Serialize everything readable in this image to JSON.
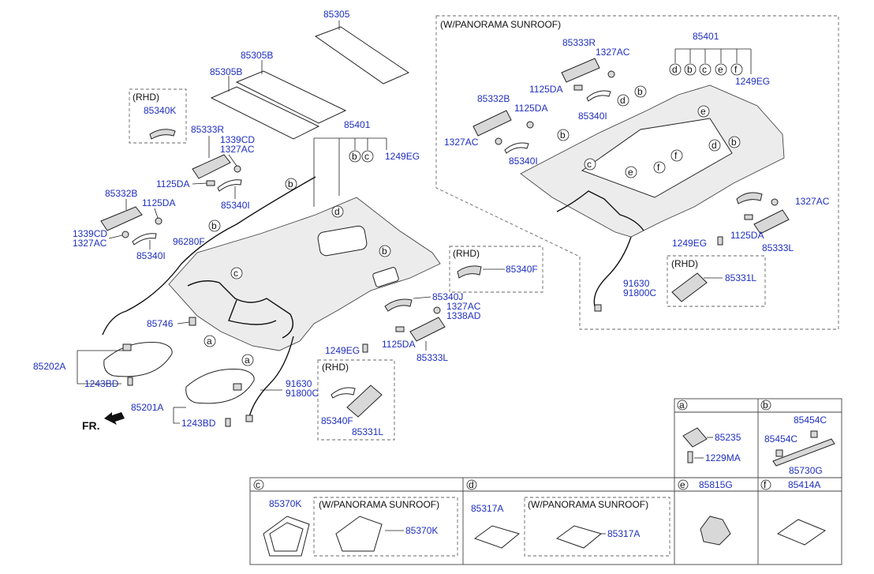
{
  "labels": {
    "part_85305": "85305",
    "part_85305B_1": "85305B",
    "part_85305B_2": "85305B",
    "rhd_1": "(RHD)",
    "part_85340K": "85340K",
    "part_85333R": "85333R",
    "part_1339CD_1": "1339CD",
    "part_1327AC_1": "1327AC",
    "part_1125DA_1": "1125DA",
    "part_85340I_1": "85340I",
    "part_85332B": "85332B",
    "part_1125DA_2": "1125DA",
    "part_1339CD_2": "1339CD",
    "part_1327AC_2": "1327AC",
    "part_85340I_2": "85340I",
    "part_96280F": "96280F",
    "part_85401": "85401",
    "part_1249EG_1": "1249EG",
    "part_85746": "85746",
    "part_85202A": "85202A",
    "part_1243BD_1": "1243BD",
    "part_85201A": "85201A",
    "part_1243BD_2": "1243BD",
    "fr": "FR.",
    "part_91630_1": "91630",
    "part_91800C_1": "91800C",
    "rhd_2": "(RHD)",
    "part_85340F_1": "85340F",
    "part_85340J": "85340J",
    "part_1327AC_3": "1327AC",
    "part_1338AD": "1338AD",
    "part_1249EG_2": "1249EG",
    "part_1125DA_3": "1125DA",
    "part_85333L": "85333L",
    "rhd_3": "(RHD)",
    "part_85340F_2": "85340F",
    "part_85331L": "85331L",
    "pano_title": "(W/PANORAMA SUNROOF)",
    "pano_85401": "85401",
    "pano_85333R": "85333R",
    "pano_1327AC_1": "1327AC",
    "pano_1249EG_1": "1249EG",
    "pano_1125DA_1": "1125DA",
    "pano_85332B": "85332B",
    "pano_1125DA_2": "1125DA",
    "pano_85340I_1": "85340I",
    "pano_1327AC_2": "1327AC",
    "pano_85340I_2": "85340I",
    "pano_1327AC_3": "1327AC",
    "pano_1125DA_3": "1125DA",
    "pano_1249EG_2": "1249EG",
    "pano_85333L": "85333L",
    "pano_rhd": "(RHD)",
    "pano_85331L": "85331L",
    "pano_91630": "91630",
    "pano_91800C": "91800C"
  },
  "callouts": [
    "a",
    "b",
    "c",
    "d",
    "e",
    "f"
  ],
  "legend": {
    "a": {
      "letter": "a",
      "parts": [
        "85235",
        "1229MA"
      ]
    },
    "b": {
      "letter": "b",
      "parts": [
        "85454C",
        "85454C",
        "85730G"
      ]
    },
    "c": {
      "letter": "c",
      "part": "85370K",
      "pano_title": "(W/PANORAMA SUNROOF)",
      "pano_part": "85370K"
    },
    "d": {
      "letter": "d",
      "part": "85317A",
      "pano_title": "(W/PANORAMA SUNROOF)",
      "pano_part": "85317A"
    },
    "e": {
      "letter": "e",
      "part": "85815G"
    },
    "f": {
      "letter": "f",
      "part": "85414A"
    }
  }
}
